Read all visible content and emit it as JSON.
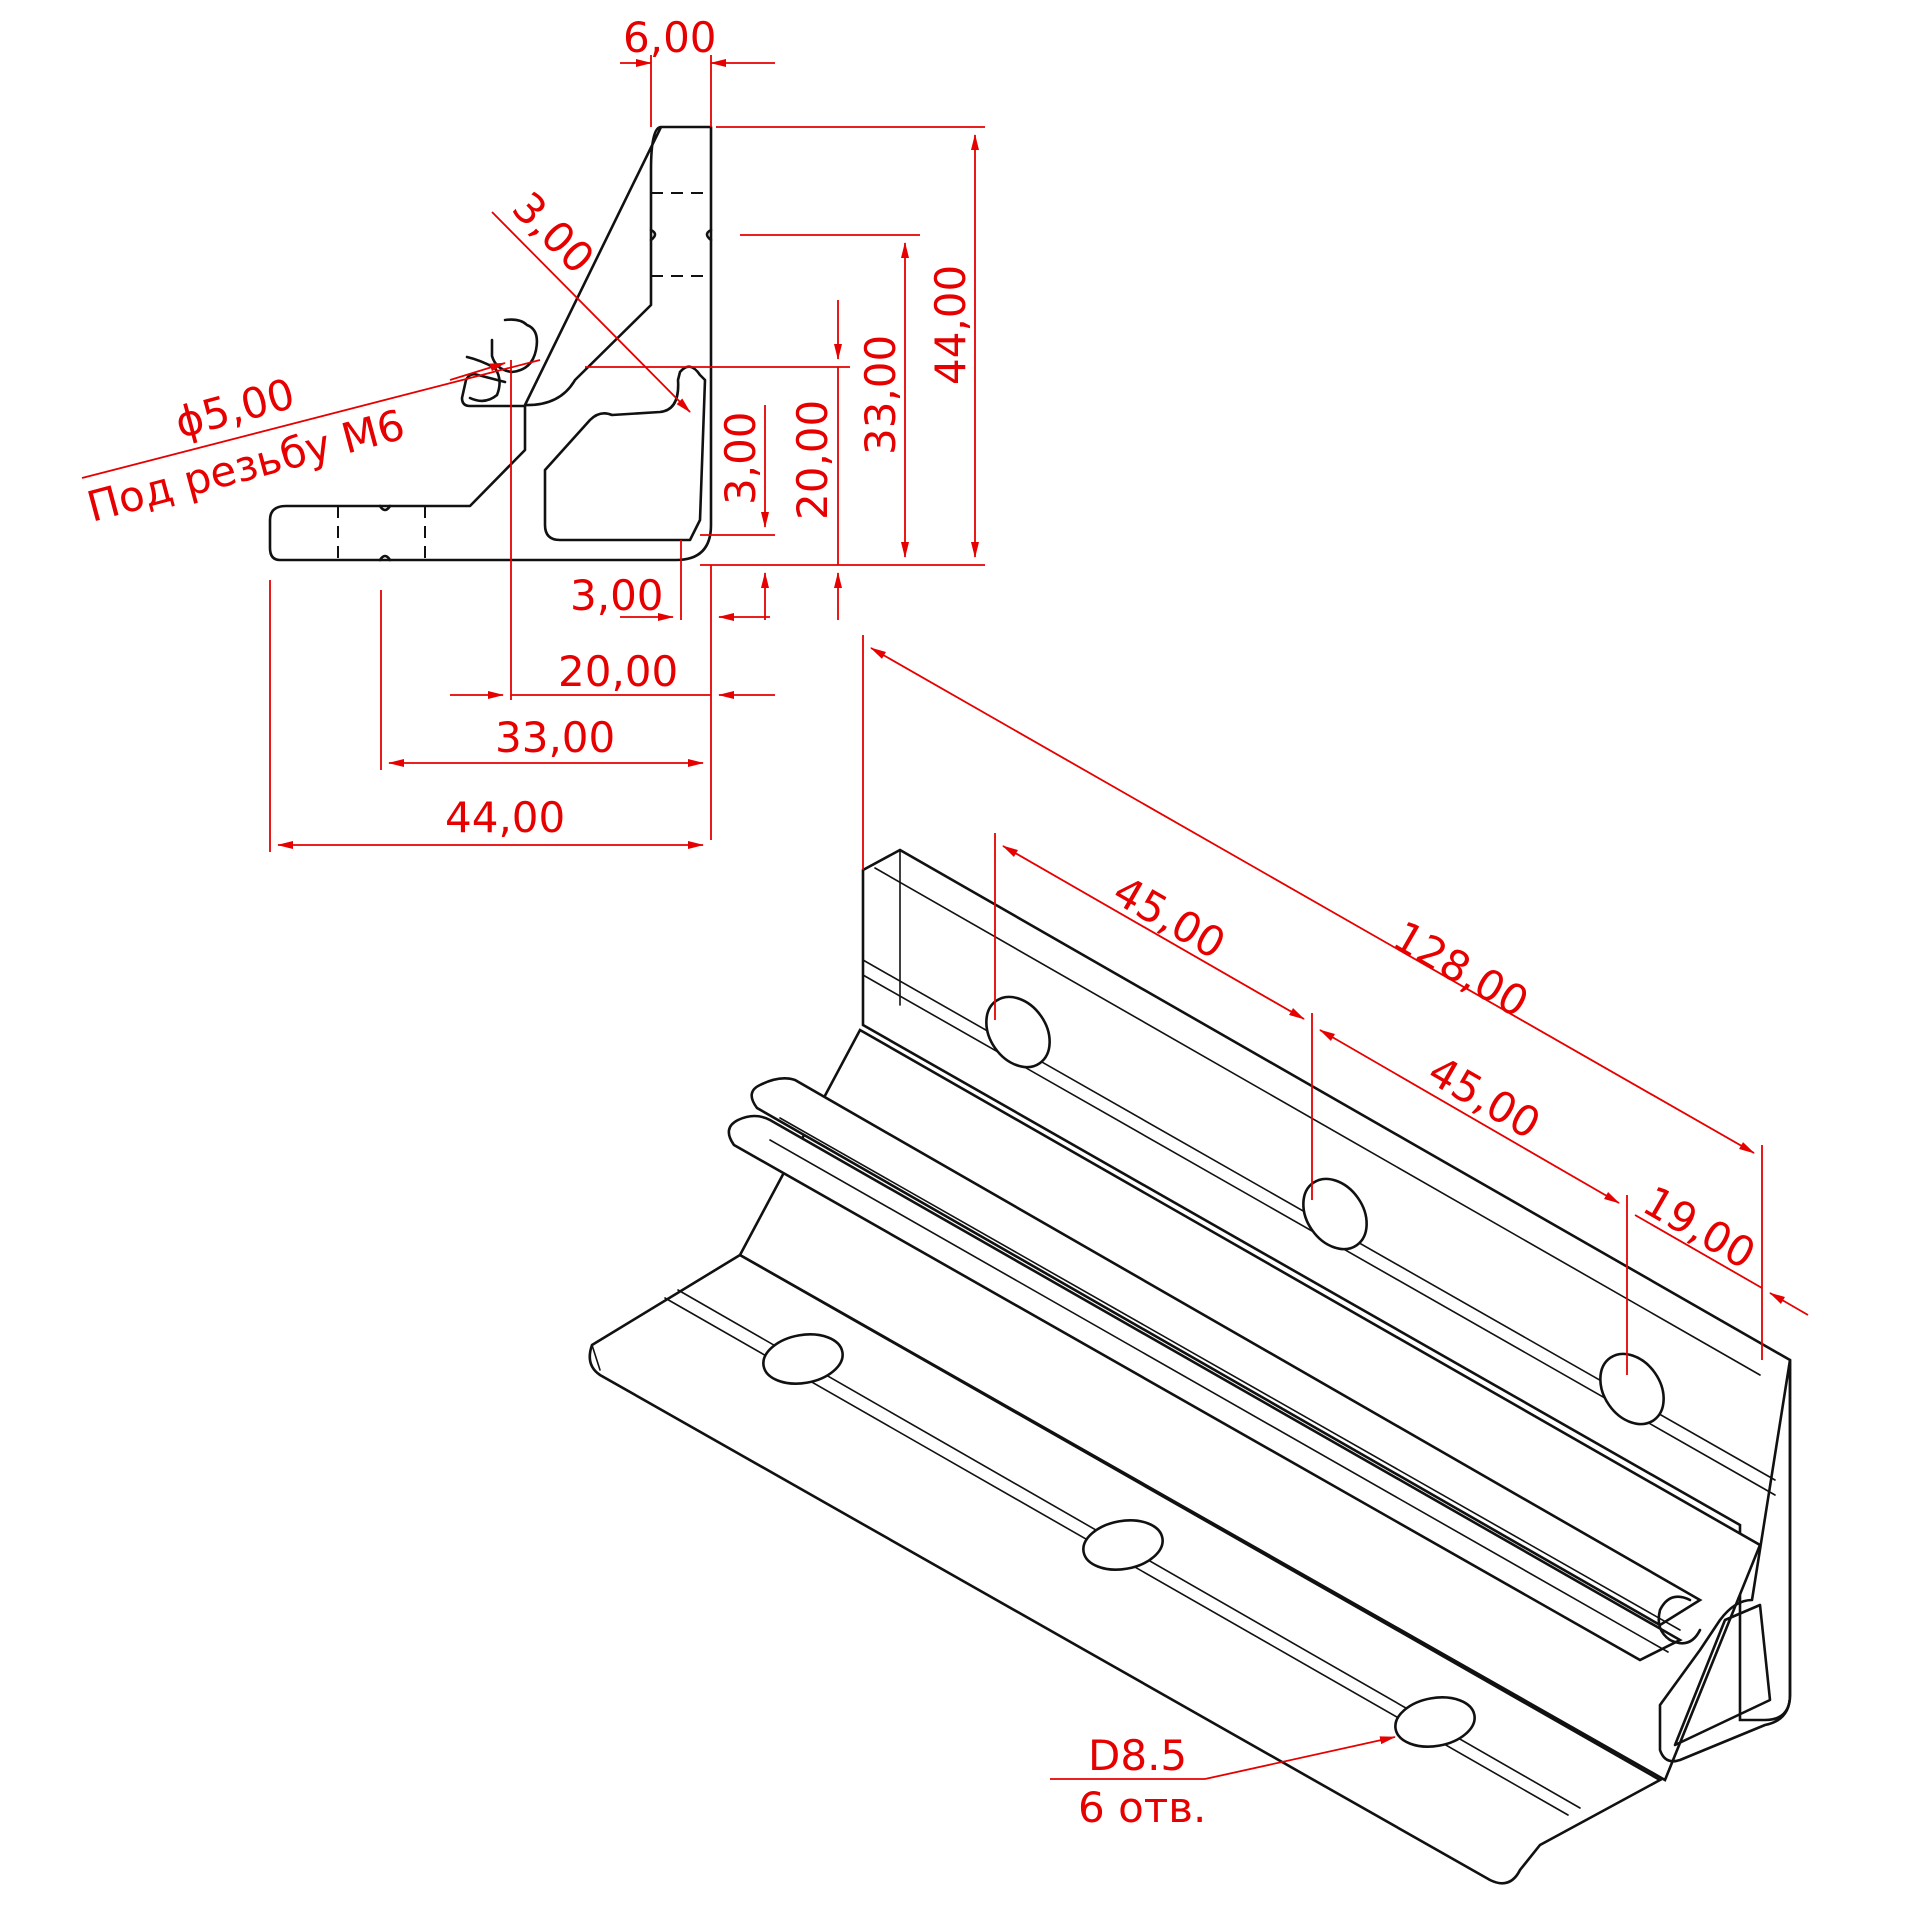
{
  "colors": {
    "dimension": "#e60000",
    "outline": "#111111",
    "background": "#ffffff"
  },
  "dimensions": {
    "top_width": "6,00",
    "chamfer": "3,00",
    "hole_diameter": "ϕ5,00",
    "thread_note": "Под резьбу М6",
    "inner_wall_vertical": "3,00",
    "inner_height_20": "20,00",
    "inner_height_33": "33,00",
    "total_height": "44,00",
    "inner_wall_horizontal": "3,00",
    "inner_width_20": "20,00",
    "inner_width_33": "33,00",
    "total_width": "44,00",
    "length": "128,00",
    "hole_pitch_1": "45,00",
    "hole_pitch_2": "45,00",
    "end_offset": "19,00",
    "hole_spec": "D8.5",
    "hole_count": "6 отв."
  }
}
